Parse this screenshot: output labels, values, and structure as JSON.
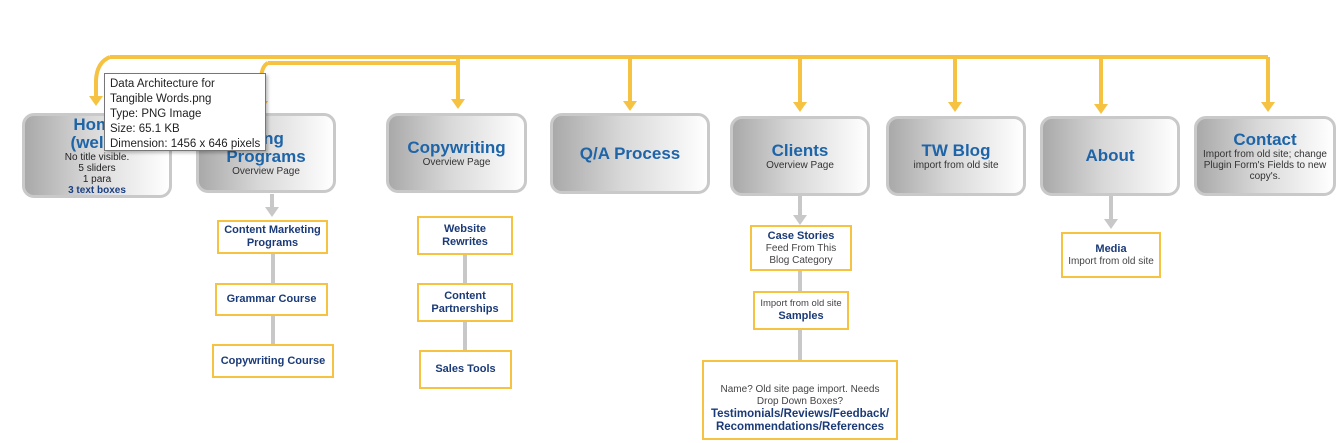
{
  "nodes": [
    {
      "id": "home",
      "title": "Home\n(welco",
      "notes": [
        "No title visible.",
        "5 sliders",
        "1 para",
        "3 text boxes"
      ]
    },
    {
      "id": "training",
      "title": "ning\nPrograms",
      "subtitle": "Overview Page"
    },
    {
      "id": "copywriting",
      "title": "Copywriting",
      "subtitle": "Overview Page"
    },
    {
      "id": "qa",
      "title": "Q/A Process"
    },
    {
      "id": "clients",
      "title": "Clients",
      "subtitle": "Overview Page"
    },
    {
      "id": "blog",
      "title": "TW Blog",
      "subtitle": "import from old site"
    },
    {
      "id": "about",
      "title": "About"
    },
    {
      "id": "contact",
      "title": "Contact",
      "subtitle": "Import from old site; change Plugin Form's Fields to new copy's."
    }
  ],
  "children": [
    {
      "id": "cmp",
      "title": "Content Marketing Programs"
    },
    {
      "id": "grammar",
      "title": "Grammar Course"
    },
    {
      "id": "copycourse",
      "title": "Copywriting Course"
    },
    {
      "id": "rewrites",
      "title": "Website Rewrites"
    },
    {
      "id": "partnerships",
      "title": "Content Partnerships"
    },
    {
      "id": "sales",
      "title": "Sales Tools"
    },
    {
      "id": "case",
      "title": "Case Stories",
      "subtitle": "Feed From This Blog Category"
    },
    {
      "id": "samples",
      "pre": "Import from old site",
      "title": "Samples"
    },
    {
      "id": "testimonials",
      "pre": "Name? Old site page import. Needs Drop Down Boxes?",
      "title": "Testimonials/Reviews/Feedback/ Recommendations/References"
    },
    {
      "id": "media",
      "title": "Media",
      "subtitle": "Import from old site"
    }
  ],
  "tooltip": {
    "lines": [
      "Data Architecture for",
      "Tangible Words.png",
      "Type: PNG Image",
      "Size: 65.1 KB",
      "Dimension: 1456 x 646 pixels"
    ]
  },
  "colors": {
    "connector": "#f5c242",
    "gray_connector": "#c8c8c8",
    "title_blue": "#1d64a8",
    "box_border": "#f5c242"
  }
}
